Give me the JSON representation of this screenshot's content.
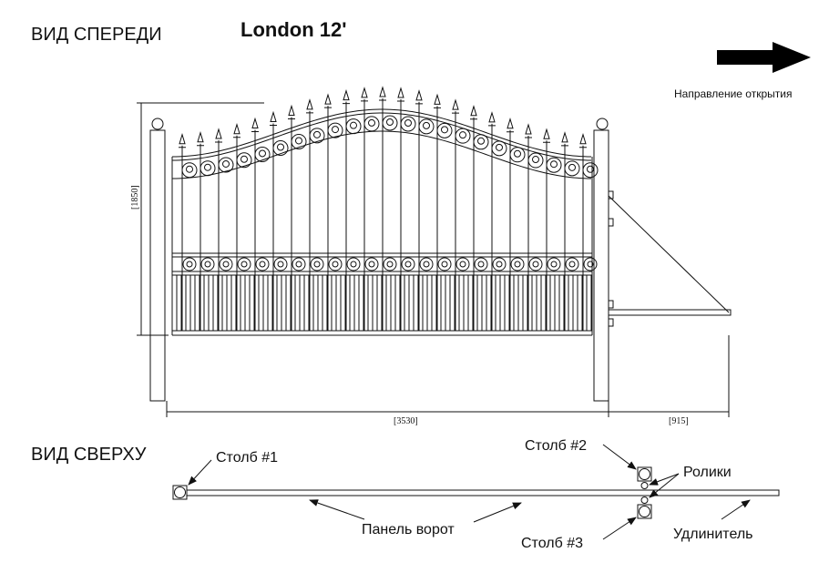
{
  "front_view": {
    "heading": "ВИД СПЕРЕДИ",
    "model_title": "London 12'",
    "direction_label": "Направление открытия",
    "dimensions": {
      "height": "[1850]",
      "width": "[3530]",
      "extension": "[915]"
    }
  },
  "top_view": {
    "heading": "ВИД СВЕРХУ",
    "labels": {
      "post1": "Столб #1",
      "post2": "Столб #2",
      "post3": "Столб #3",
      "rollers": "Ролики",
      "gate_panel": "Панель ворот",
      "extension": "Удлинитель"
    }
  },
  "colors": {
    "ink": "#111111",
    "background": "#ffffff"
  }
}
